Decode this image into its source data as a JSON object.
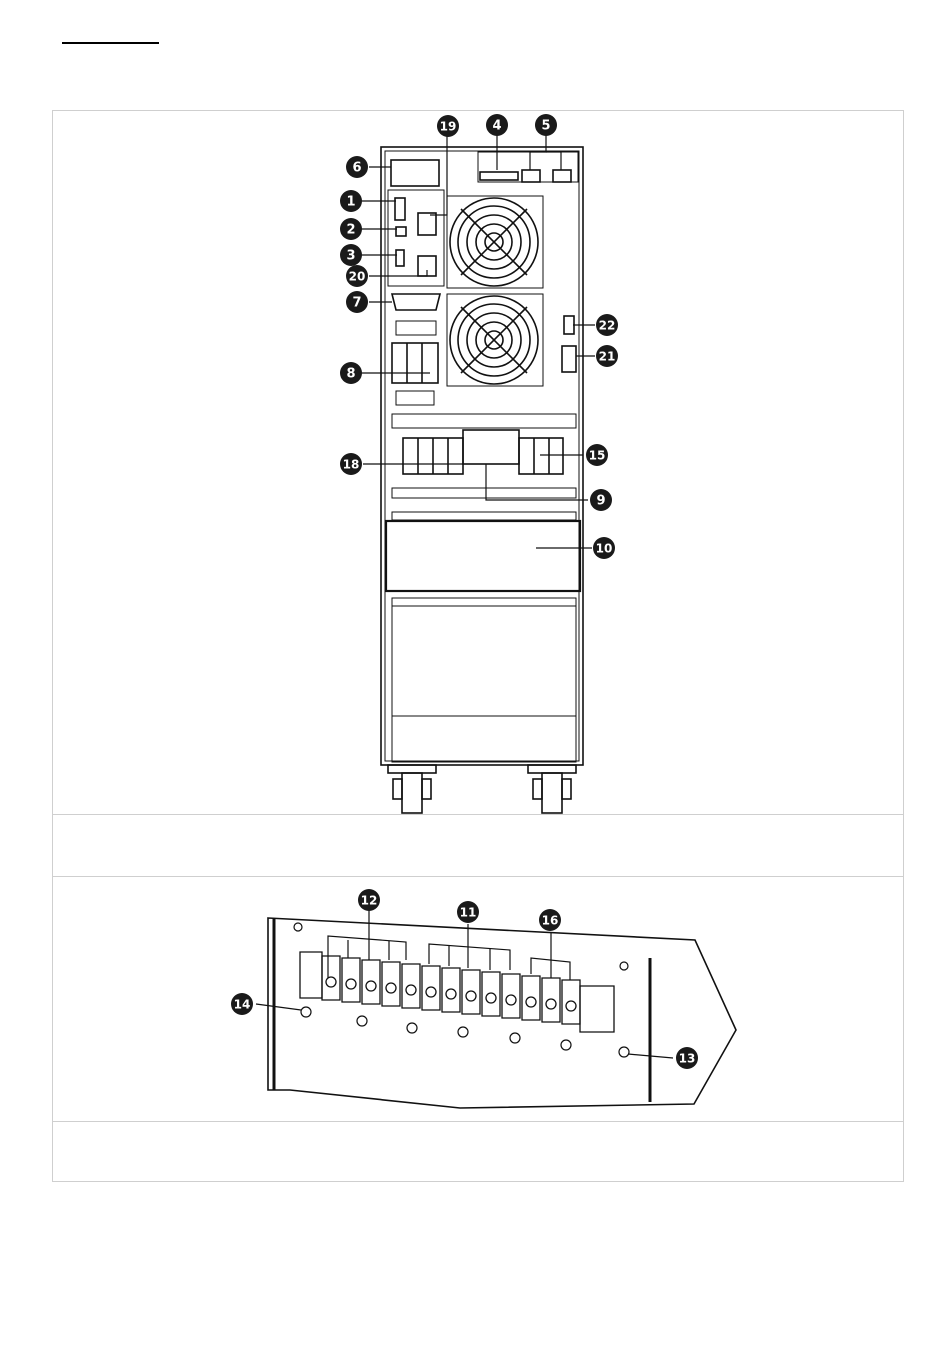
{
  "callouts_rear": [
    {
      "id": "19",
      "label": "19"
    },
    {
      "id": "4",
      "label": "4"
    },
    {
      "id": "5",
      "label": "5"
    },
    {
      "id": "6",
      "label": "6"
    },
    {
      "id": "1",
      "label": "1"
    },
    {
      "id": "2",
      "label": "2"
    },
    {
      "id": "3",
      "label": "3"
    },
    {
      "id": "20",
      "label": "20"
    },
    {
      "id": "7",
      "label": "7"
    },
    {
      "id": "22",
      "label": "22"
    },
    {
      "id": "21",
      "label": "21"
    },
    {
      "id": "8",
      "label": "8"
    },
    {
      "id": "18",
      "label": "18"
    },
    {
      "id": "15",
      "label": "15"
    },
    {
      "id": "9",
      "label": "9"
    },
    {
      "id": "10",
      "label": "10"
    }
  ],
  "callouts_terminal": [
    {
      "id": "12",
      "label": "12"
    },
    {
      "id": "11",
      "label": "11"
    },
    {
      "id": "16",
      "label": "16"
    },
    {
      "id": "14",
      "label": "14"
    },
    {
      "id": "13",
      "label": "13"
    }
  ],
  "colors": {
    "line": "#111111",
    "callout_fill": "#1a1a1a",
    "frame": "#cfcfcf"
  }
}
